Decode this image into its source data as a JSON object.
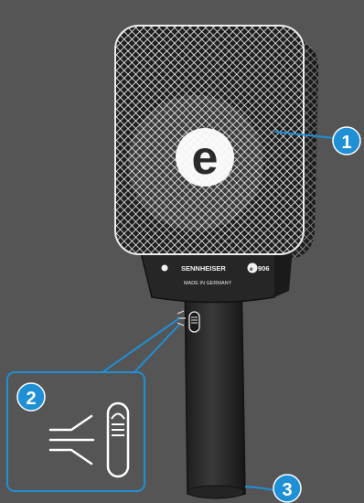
{
  "product": {
    "brand": "SENNHEISER",
    "model": "906",
    "origin": "MADE IN GERMANY",
    "logo_letter": "e"
  },
  "callouts": [
    {
      "number": "1"
    },
    {
      "number": "2"
    },
    {
      "number": "3"
    }
  ],
  "colors": {
    "background": "#555555",
    "accent": "#1f8fd6",
    "body": "#2a2a2a",
    "grille": "#ffffff"
  }
}
